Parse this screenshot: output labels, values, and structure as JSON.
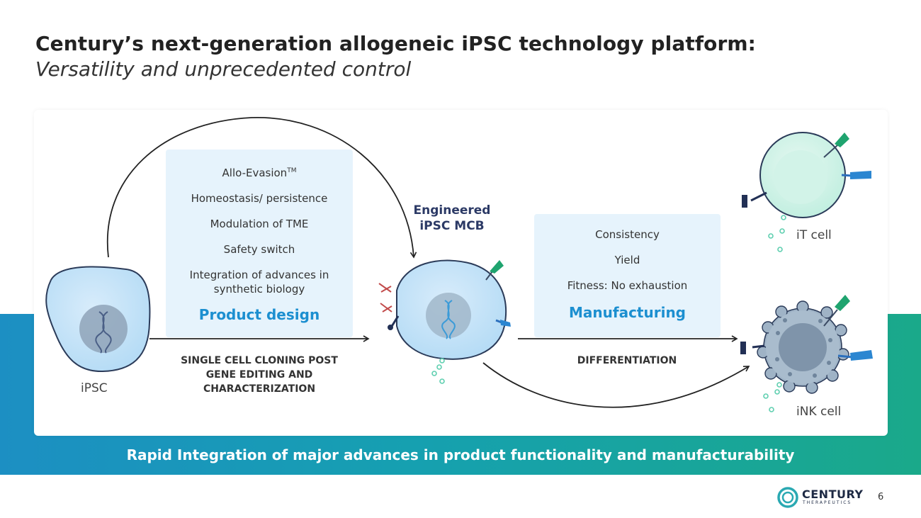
{
  "title": {
    "main": "Century’s next-generation allogeneic iPSC technology platform:",
    "sub": "Versatility and unprecedented control"
  },
  "product_design": {
    "items": [
      "Allo-Evasion",
      "Homeostasis/ persistence",
      "Modulation of TME",
      "Safety switch",
      "Integration of advances in synthetic biology"
    ],
    "trademark": "TM",
    "heading": "Product design"
  },
  "manufacturing": {
    "items": [
      "Consistency",
      "Yield",
      "Fitness: No exhaustion"
    ],
    "heading": "Manufacturing"
  },
  "labels": {
    "ipsc": "iPSC",
    "engineered_line1": "Engineered",
    "engineered_line2": "iPSC MCB",
    "it_cell": "iT cell",
    "ink_cell": "iNK cell"
  },
  "steps": {
    "cloning": [
      "SINGLE CELL CLONING POST",
      "GENE EDITING AND",
      "CHARACTERIZATION"
    ],
    "differentiation": "DIFFERENTIATION"
  },
  "banner": "Rapid Integration of major advances in product functionality and manufacturability",
  "logo": {
    "name": "CENTURY",
    "tagline": "THERAPEUTICS"
  },
  "page_number": "6",
  "colors": {
    "accent_blue": "#1c8fd0",
    "navy": "#2c3a66",
    "band_start": "#1c8fc3",
    "band_end": "#1aa98a",
    "box_fill": "#e6f3fc"
  }
}
